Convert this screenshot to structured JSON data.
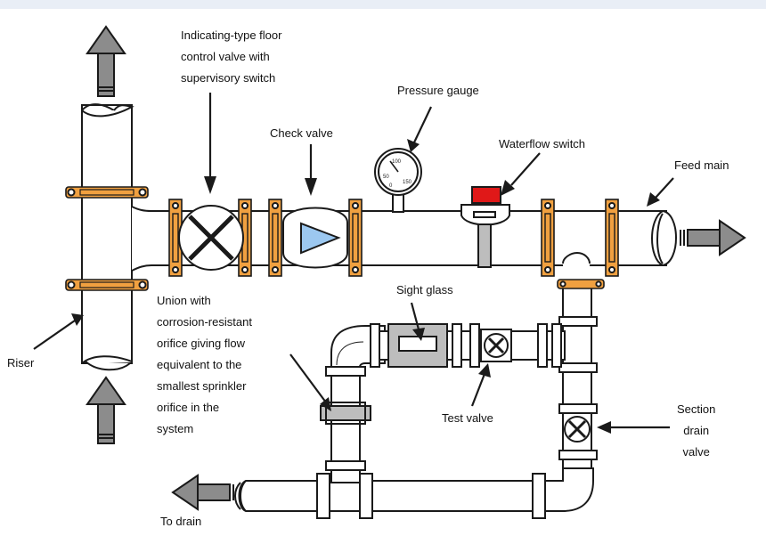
{
  "labels": {
    "floor_valve": "Indicating-type floor\ncontrol valve with\nsupervisory switch",
    "check_valve": "Check valve",
    "pressure_gauge": "Pressure gauge",
    "waterflow_switch": "Waterflow switch",
    "feed_main": "Feed main",
    "sight_glass": "Sight glass",
    "union": "Union with\ncorrosion-resistant\norifice giving flow\nequivalent to the\nsmallest sprinkler\norifice in the\nsystem",
    "riser": "Riser",
    "test_valve": "Test valve",
    "section_drain_valve": "Section\ndrain\nvalve",
    "to_drain": "To drain"
  },
  "gauge": {
    "scale_labels": [
      "100",
      "50",
      "150",
      "0"
    ]
  },
  "colors": {
    "pipe_fill": "#ffffff",
    "outline": "#1a1a1a",
    "flange": "#f0a040",
    "flow_arrow": "#8c8c8c",
    "check_triangle": "#9cc8f0",
    "switch_red": "#e01818",
    "background": "#ffffff"
  }
}
